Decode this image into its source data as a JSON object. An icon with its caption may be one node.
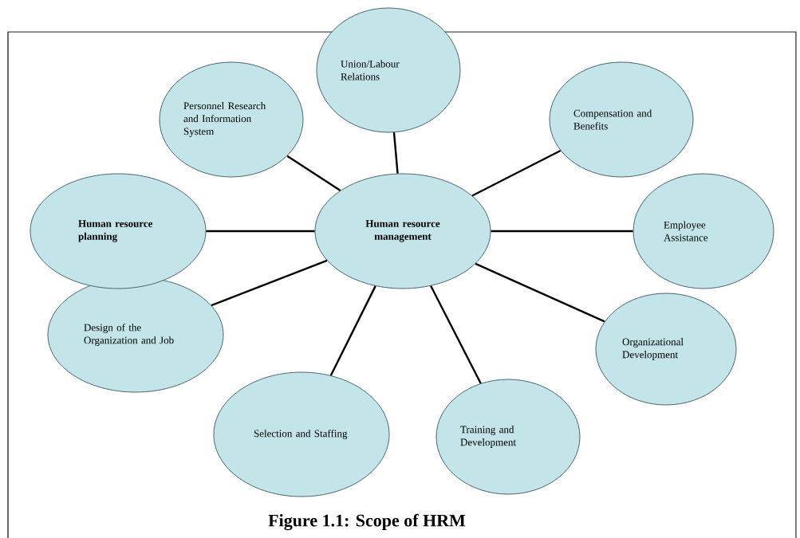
{
  "diagram": {
    "caption": "Figure 1.1: Scope of HRM",
    "nodes": [
      {
        "text": [
          "Human resource management"
        ]
      },
      {
        "text": [
          "Union/Labour Relations"
        ]
      },
      {
        "text": [
          "Compensation and Benefits"
        ]
      },
      {
        "text": [
          "Employee Assistance"
        ]
      },
      {
        "text": [
          "Organizational Development"
        ]
      },
      {
        "text": [
          "Training and Development"
        ]
      },
      {
        "text": [
          "Selection and Staffing"
        ]
      },
      {
        "text": [
          "Design of the Organization and Job"
        ]
      },
      {
        "text": [
          "Human resource planning"
        ]
      },
      {
        "text": [
          "Personnel Research and Information System"
        ]
      }
    ],
    "edges": [
      {
        "from": 0,
        "to": 1,
        "arrow": "none"
      },
      {
        "from": 0,
        "to": 2,
        "arrow": "none"
      },
      {
        "from": 0,
        "to": 3,
        "arrow": "none"
      },
      {
        "from": 0,
        "to": 4,
        "arrow": "none"
      },
      {
        "from": 0,
        "to": 5,
        "arrow": "none"
      },
      {
        "from": 0,
        "to": 6,
        "arrow": "none"
      },
      {
        "from": 0,
        "to": 7,
        "arrow": "none"
      },
      {
        "from": 0,
        "to": 8,
        "arrow": "none"
      },
      {
        "from": 0,
        "to": 9,
        "arrow": "none"
      }
    ]
  }
}
